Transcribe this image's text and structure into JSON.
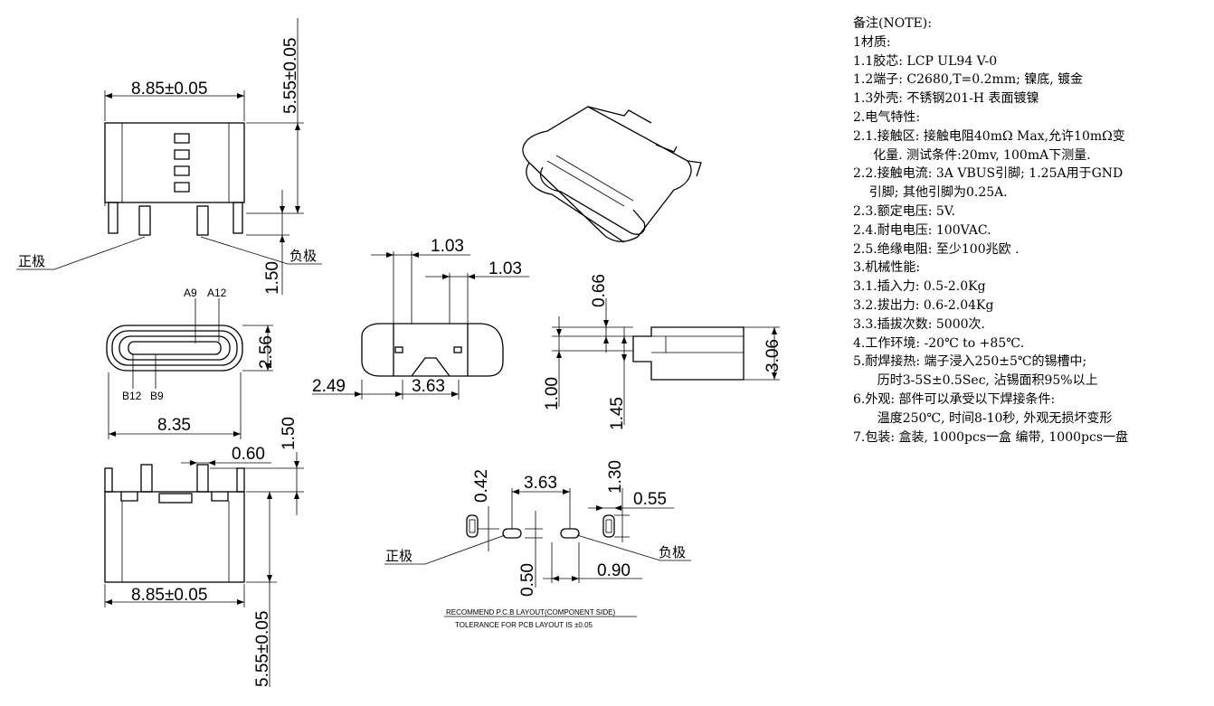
{
  "dimensions": {
    "top_width": "8.85±0.05",
    "top_height": "5.55±0.05",
    "top_pin_gap": "1.50",
    "pin_a9": "A9",
    "pin_a12": "A12",
    "pin_b12": "B12",
    "pin_b9": "B9",
    "front_height": "2.56",
    "front_width": "8.35",
    "bottom_pin_h": "1.50",
    "bottom_pin_w": "0.60",
    "bottom_width": "8.85±0.05",
    "bottom_height": "5.55±0.05",
    "end_a": "1.03",
    "end_b": "1.03",
    "end_left": "2.49",
    "end_mid": "3.63",
    "side_a": "0.66",
    "side_b": "1.00",
    "side_c": "1.45",
    "side_d": "3.06",
    "pcb_a": "0.42",
    "pcb_b": "3.63",
    "pcb_c": "1.30",
    "pcb_d": "0.55",
    "pcb_e": "0.50",
    "pcb_f": "0.90"
  },
  "labels": {
    "positive_top": "正极",
    "negative_top": "负极",
    "positive_pcb": "正极",
    "negative_pcb": "负极",
    "pcb_title": "RECOMMEND P.C.B LAYOUT(COMPONENT SIDE)",
    "pcb_tolerance": "TOLERANCE FOR PCB LAYOUT IS ±0.05"
  },
  "notes": [
    "备注(NOTE):",
    "1材质:",
    "1.1胶芯: LCP UL94 V-0",
    "1.2端子: C2680,T=0.2mm; 镍底, 镀金",
    "1.3外壳: 不锈钢201-H 表面镀镍",
    "2.电气特性:",
    "2.1.接触区: 接触电阻40mΩ Max,允许10mΩ变",
    "     化量. 测试条件:20mv, 100mA下测量.",
    "2.2.接触电流: 3A VBUS引脚; 1.25A用于GND",
    "    引脚; 其他引脚为0.25A.",
    "2.3.额定电压: 5V.",
    "2.4.耐电电压: 100VAC.",
    "2.5.绝缘电阻: 至少100兆欧 .",
    "3.机械性能:",
    "3.1.插入力: 0.5-2.0Kg",
    "3.2.拔出力: 0.6-2.04Kg",
    "3.3.插拔次数: 5000次.",
    "4.工作环境: -20℃ to +85℃.",
    "5.耐焊接热: 端子浸入250±5℃的锡槽中;",
    "      历时3-5S±0.5Sec, 沾锡面积95%以上",
    "6.外观: 部件可以承受以下焊接条件:",
    "      温度250℃, 时间8-10秒, 外观无损坏变形",
    "7.包装: 盒装, 1000pcs一盒 编带, 1000pcs一盘"
  ]
}
